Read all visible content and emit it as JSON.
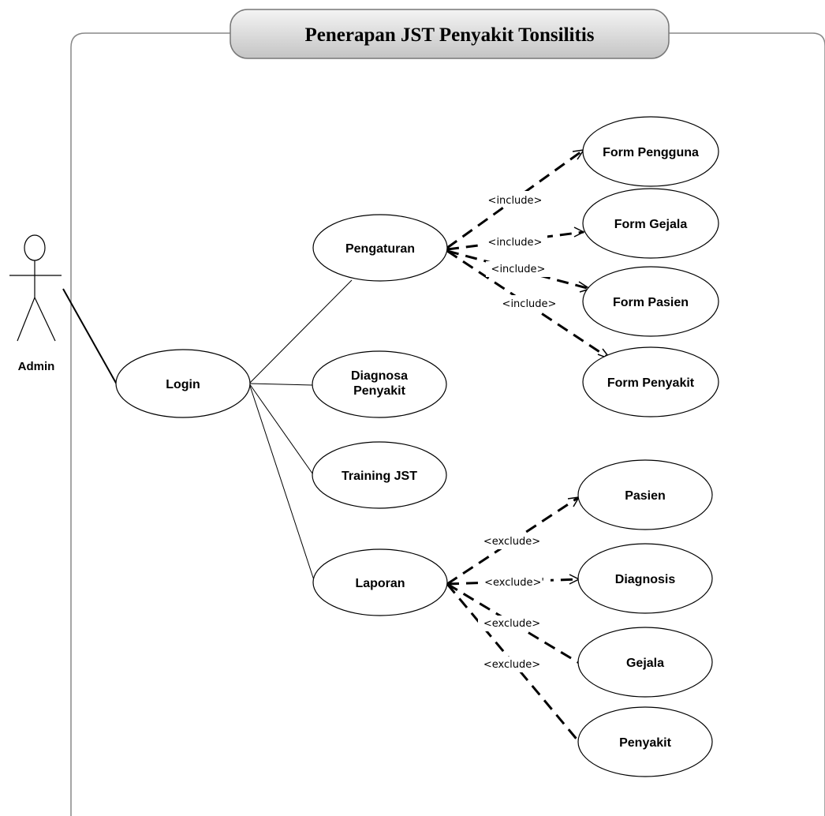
{
  "title": "Penerapan JST Penyakit Tonsilitis",
  "actor": {
    "label": "Admin"
  },
  "use_cases": {
    "login": "Login",
    "pengaturan": "Pengaturan",
    "diagnosa_line1": "Diagnosa",
    "diagnosa_line2": "Penyakit",
    "training": "Training JST",
    "laporan": "Laporan",
    "form_pengguna": "Form Pengguna",
    "form_gejala": "Form Gejala",
    "form_pasien": "Form Pasien",
    "form_penyakit": "Form Penyakit",
    "pasien": "Pasien",
    "diagnosis": "Diagnosis",
    "gejala": "Gejala",
    "penyakit": "Penyakit"
  },
  "relations": {
    "include_1": "<include>",
    "include_2": "<include>",
    "include_3": "<include>",
    "include_4": "<include>",
    "exclude_1": "<exclude>",
    "exclude_2": "<exclude>'",
    "exclude_3": "<exclude>",
    "exclude_4": "<exclude>"
  }
}
